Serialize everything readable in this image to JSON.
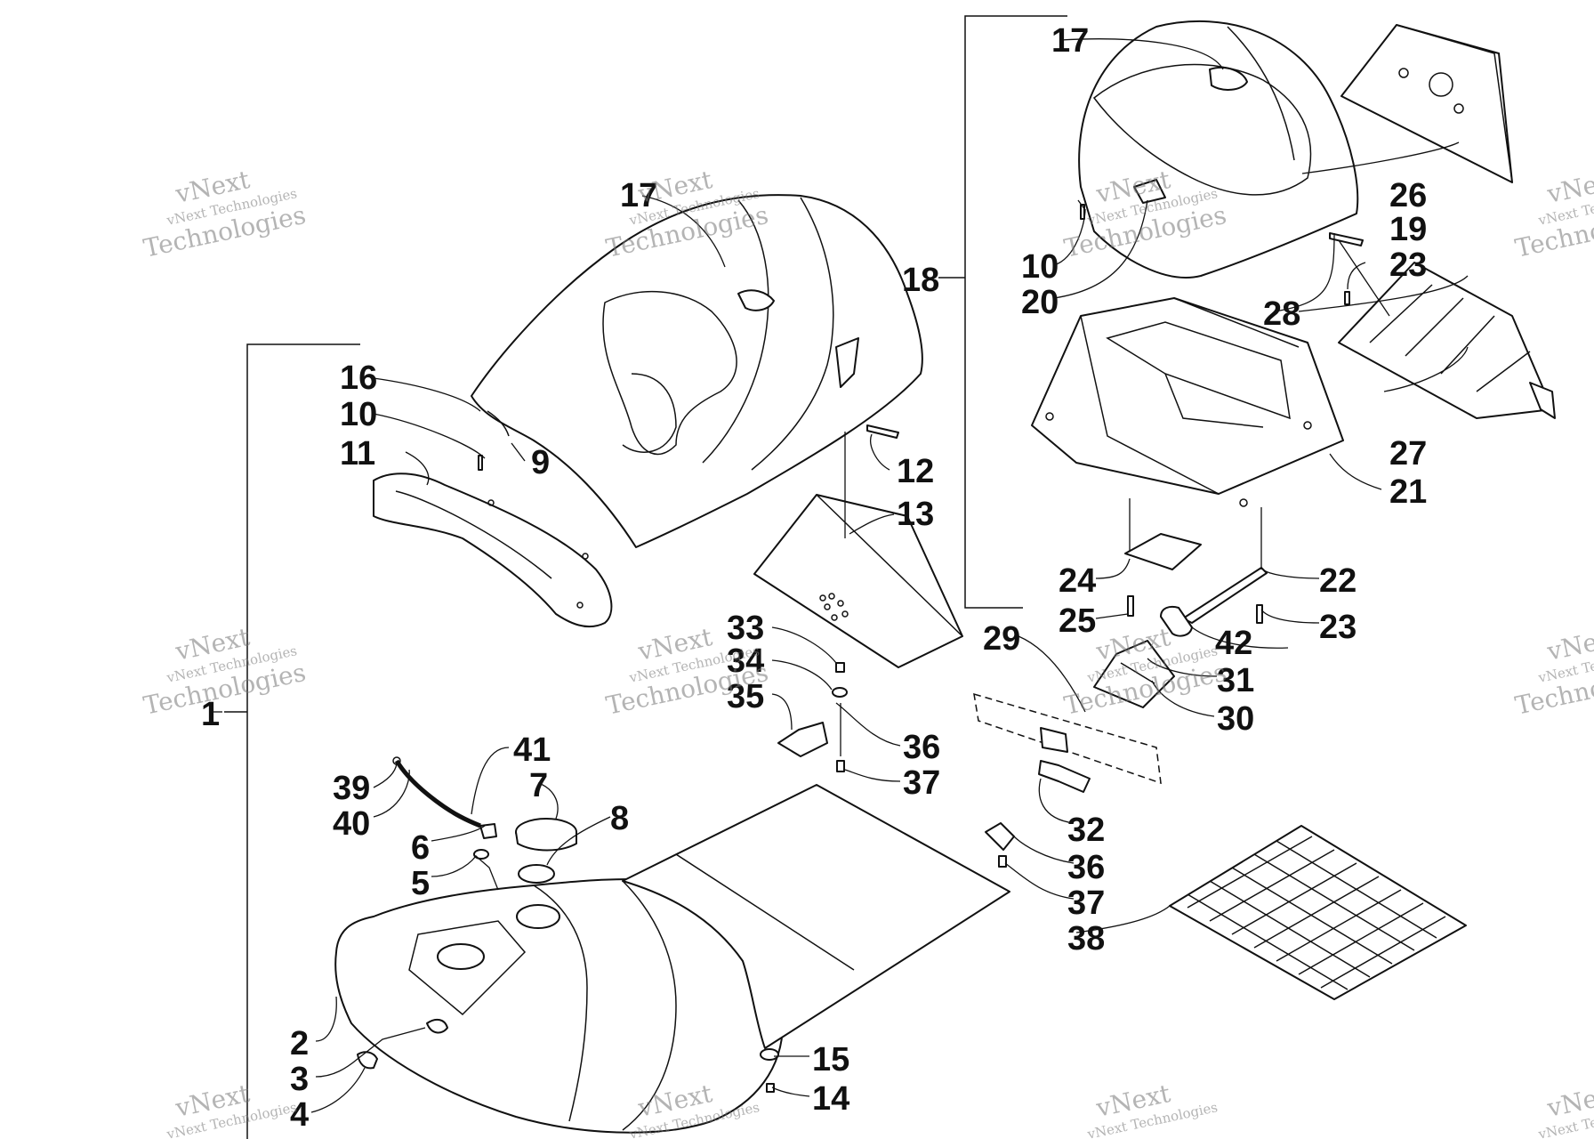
{
  "watermark": {
    "line1": "vNext",
    "line2": "vNext Technologies",
    "line3": "Technologies"
  },
  "callouts": [
    "1",
    "2",
    "3",
    "4",
    "5",
    "6",
    "7",
    "8",
    "9",
    "10",
    "11",
    "12",
    "13",
    "14",
    "15",
    "16",
    "17",
    "17",
    "18",
    "19",
    "20",
    "21",
    "22",
    "23",
    "23",
    "24",
    "25",
    "26",
    "27",
    "28",
    "29",
    "30",
    "31",
    "32",
    "33",
    "34",
    "35",
    "36",
    "36",
    "37",
    "37",
    "38",
    "39",
    "40",
    "41",
    "42",
    "10"
  ],
  "colors": {
    "ink": "#111111",
    "paper": "#ffffff",
    "watermark": "#777777"
  }
}
